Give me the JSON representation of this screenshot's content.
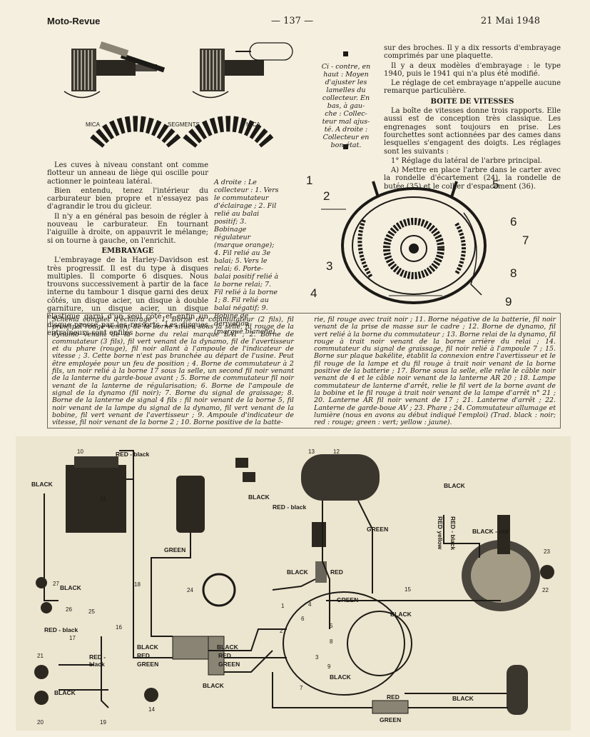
{
  "header": {
    "left": "Moto-Revue",
    "center": "— 137 —",
    "right": "21 Mai 1948"
  },
  "top_figure": {
    "mica_left": "MICA",
    "segments": "SEGMENTS",
    "mica_right": "MICA"
  },
  "top_caption": [
    "Ci - contre, en",
    "haut : Moyen",
    "d'ajuster les",
    "lamelles du",
    "collecteur. En",
    "bas, à gau-",
    "che : Collec-",
    "teur mal ajus-",
    "té. A droite :",
    "Collecteur en",
    "bon état."
  ],
  "left_column": {
    "p1": "Les cuves à niveau constant ont comme flotteur un anneau de liège qui oscille pour actionner le pointeau latéral.",
    "p2": "Bien entendu, tenez l'intérieur du carburateur bien propre et n'essayez pas d'agrandir le trou du gicleur.",
    "p3": "Il n'y a en général pas besoin de régler à nouveau le carburateur. En tournant l'aiguille à droite, on appauvrit le mélange; si on tourne à gauche, on l'enrichit.",
    "heading": "EMBRAYAGE",
    "p4": "L'embrayage de la Harley-Davidson est très progressif. Il est du type à disques multiples. Il comporte 6 disques. Nous trouvons successivement à partir de la face interne du tambour 1 disque garni des deux côtés, un disque acier, un disque à double garniture, un disque acier, un disque élastique garni d'un seul côté et enfin un disque pressé par les ressorts. Les disques entraîneurs sont enfilés"
  },
  "right_column": {
    "p1": "sur des broches. Il y a dix ressorts d'embrayage comprimés par une plaquette.",
    "p2": "Il y a deux modèles d'embrayage : le type 1940, puis le 1941 qui n'a plus été modifié.",
    "p3": "Le réglage de cet embrayage n'appelle aucune remarque particulière.",
    "heading": "BOITE DE VITESSES",
    "p4": "La boîte de vitesses donne trois rapports. Elle aussi est de conception très classique. Les engrenages sont toujours en prise. Les fourchettes sont actionnées par des cames dans lesquelles s'engagent des doigts. Les réglages sont les suivants :",
    "p5": "1° Réglage du latéral de l'arbre principal.",
    "p6": "A) Mettre en place l'arbre dans le carter avec la rondelle d'écartement (24), la rondelle de butée (35) et le collier d'espacement (36)."
  },
  "mid_caption": "A droite : Le collecteur : 1. Vers le commutateur d'éclairage ; 2. Fil relié au balai positif; 3. Bobinage régulateur (marque orange); 4. Fil relié au 3e balai; 5. Vers le relai; 6. Porte-balai positif relié à la borne relai; 7. Fil relié à la borne 1; 8. Fil relié au balai négatif; 9. Bobine de dérivation (marque blanche)",
  "dynamo_numbers": [
    "1",
    "2",
    "3",
    "4",
    "5",
    "6",
    "7",
    "8",
    "9"
  ],
  "schema": {
    "col1": "Schéma complet d'éclairage : 1. Borne du commutateur (2 fils), fil principal rouge venant de la borne située sous la selle, fil rouge de la dynamo venant de la borne du relai marqué BAT ; 2. Borne de commutateur (3 fils), fil vert venant de la dynamo, fil de l'avertisseur et du phare (rouge), fil noir allant à l'ampoule de l'indicateur de vitesse ; 3. Cette borne n'est pas branchée au départ de l'usine. Peut être employée pour un feu de position ; 4. Borne de commutateur à 2 fils, un noir relié à la borne 17 sous la selle, un second fil noir venant de la lanterne du garde-boue avant ; 5. Borne de commutateur fil noir venant de la lanterne de régularisation; 6. Borne de l'ampoule de signal de la dynamo (fil noir); 7. Borne du signal de graissage; 8. Borne de la lanterne de signal 4 fils : fil noir venant de la borne 5, fil noir venant de la lampe du signal de la dynamo, fil vert venant de la bobine, fil vert venant de l'avertisseur ; 9. Ampoule d'indicateur de vitesse, fil noir venant de la borne 2 ; 10. Borne positive de la batte-",
    "col2": "rie, fil rouge avec trait noir ; 11. Borne négative de la batterie, fil noir venant de la prise de masse sur le cadre ; 12. Borne de dynamo, fil vert relié à la borne du commutateur ; 13. Borne relai de la dynamo, fil rouge à trait noir venant de la borne arrière du relai ; 14. commutateur du signal de graissage, fil noir relié à l'ampoule 7 ; 15. Borne sur plaque bakélite, établit la connexion entre l'avertisseur et le fil rouge de la lampe et du fil rouge à trait noir venant de la borne positive de la batterie ; 17. Borne sous la selle, elle relie le câble noir venant de 4 et le câble noir venant de la lanterne AR 20 ; 18. Lampe commutateur de lanterne d'arrêt, relie le fil vert de la borne avant de la bobine et le fil rouge à trait noir venant de la lampe d'arrêt n° 21 ; 20. Lanterne AR fil noir venant de 17 ; 21. Lanterne d'arrêt ; 22. Lanterne de garde-boue AV ; 23. Phare ; 24. Commutateur allumage et lumière (nous en avons au début indiqué l'emploi) (Trad. black : noir; red : rouge; green : vert; yellow : jaune)."
  },
  "wiring": {
    "red_black": "RED - black",
    "black": "BLACK",
    "green": "GREEN",
    "red": "RED",
    "black_red": "BLACK - red",
    "red_black_v": "RED - black",
    "yellow_v": "RED yellow",
    "red_dash": "RED -",
    "black_lc": "black",
    "numbers": [
      "10",
      "11",
      "12",
      "13",
      "14",
      "15",
      "16",
      "17",
      "18",
      "19",
      "20",
      "21",
      "22",
      "23",
      "24",
      "25",
      "26",
      "27",
      "1",
      "2",
      "3",
      "4",
      "5",
      "6",
      "7",
      "8",
      "9"
    ]
  }
}
